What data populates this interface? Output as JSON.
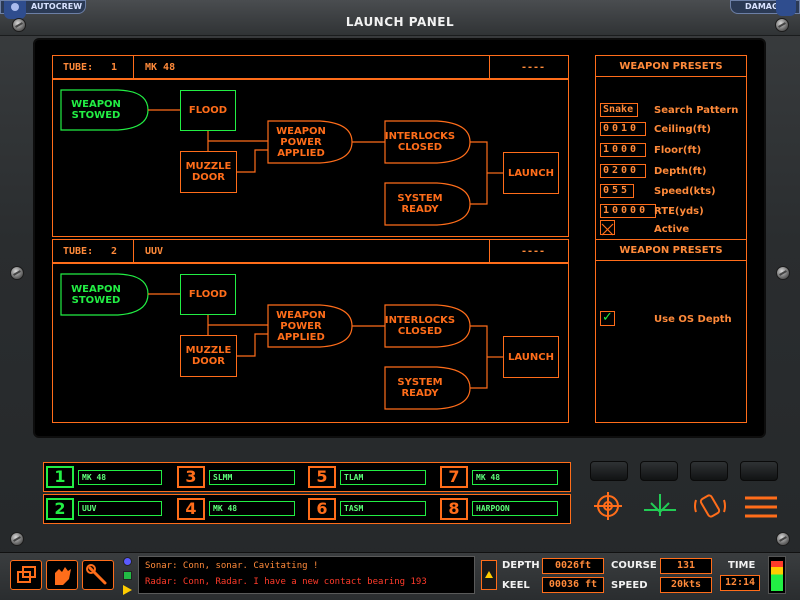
{
  "header": {
    "autocrew_label": "AUTOCREW",
    "damage_label": "DAMAGE",
    "title": "LAUNCH PANEL"
  },
  "tubes": [
    {
      "tube_label": "TUBE:",
      "tube_number": "1",
      "weapon": "MK 48",
      "status": "----",
      "nodes": {
        "weapon_stowed": "WEAPON STOWED",
        "flood": "FLOOD",
        "muzzle_door": "MUZZLE DOOR",
        "weapon_power": "WEAPON POWER APPLIED",
        "interlocks": "INTERLOCKS CLOSED",
        "system_ready": "SYSTEM READY",
        "launch": "LAUNCH"
      }
    },
    {
      "tube_label": "TUBE:",
      "tube_number": "2",
      "weapon": "UUV",
      "status": "----",
      "nodes": {
        "weapon_stowed": "WEAPON STOWED",
        "flood": "FLOOD",
        "muzzle_door": "MUZZLE DOOR",
        "weapon_power": "WEAPON POWER APPLIED",
        "interlocks": "INTERLOCKS CLOSED",
        "system_ready": "SYSTEM READY",
        "launch": "LAUNCH"
      }
    }
  ],
  "presets": {
    "title_1": "WEAPON PRESETS",
    "rows": [
      {
        "value": "Snake",
        "label": "Search Pattern"
      },
      {
        "value": "0010",
        "label": "Ceiling(ft)"
      },
      {
        "value": "1000",
        "label": "Floor(ft)"
      },
      {
        "value": "0200",
        "label": "Depth(ft)"
      },
      {
        "value": "055",
        "label": "Speed(kts)"
      },
      {
        "value": "10000",
        "label": "RTE(yds)"
      }
    ],
    "active_label": "Active",
    "title_2": "WEAPON PRESETS",
    "os_depth_label": "Use OS Depth",
    "checkmark": "✓"
  },
  "weapon_slots": [
    {
      "num": "1",
      "name": "MK 48",
      "active": true
    },
    {
      "num": "3",
      "name": "SLMM",
      "active": false
    },
    {
      "num": "5",
      "name": "TLAM",
      "active": false
    },
    {
      "num": "7",
      "name": "MK 48",
      "active": false
    },
    {
      "num": "2",
      "name": "UUV",
      "active": true
    },
    {
      "num": "4",
      "name": "MK 48",
      "active": false
    },
    {
      "num": "6",
      "name": "TASM",
      "active": false
    },
    {
      "num": "8",
      "name": "HARPOON",
      "active": false
    }
  ],
  "messages": [
    {
      "text": "Sonar: Conn, sonar. Cavitating !"
    },
    {
      "text": "Radar: Conn, Radar. I have a new contact bearing 193"
    }
  ],
  "status": {
    "depth_label": "DEPTH",
    "depth_value": "0026ft",
    "keel_label": "KEEL",
    "keel_value": "00036 ft",
    "course_label": "COURSE",
    "course_value": "131",
    "speed_label": "SPEED",
    "speed_value": "20kts",
    "time_label": "TIME",
    "time_value": "12:14"
  },
  "colors": {
    "accent": "#ff6d1a",
    "green": "#22ee44",
    "panel_bg": "#000000",
    "chrome": "#2d3032"
  }
}
